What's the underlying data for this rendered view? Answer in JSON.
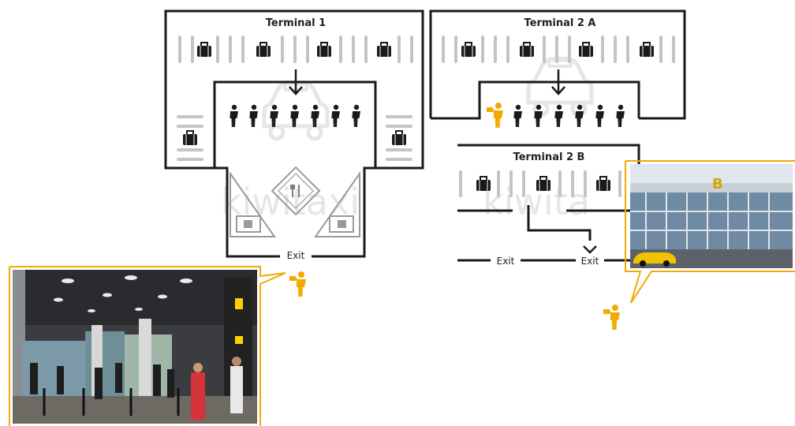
{
  "terminals": {
    "t1": "Terminal 1",
    "t2a": "Terminal 2 A",
    "t2b": "Terminal 2 B"
  },
  "exit_labels": {
    "t1_exit": "Exit",
    "t2b_exit_left": "Exit",
    "t2b_exit_right": "Exit"
  },
  "watermarks": {
    "left": "kiwitaxi",
    "right": "kiwita"
  },
  "photo_sign": "B",
  "colors": {
    "outline": "#1a1a1a",
    "callout": "#f2a900",
    "grey": "#bdbdbd",
    "watermark": "#e4e4e4"
  },
  "icons": {
    "luggage": "luggage-icon",
    "person": "person-icon",
    "driver": "driver-with-sign-icon",
    "restaurant": "restaurant-icon",
    "taxi": "taxi-watermark-icon",
    "arrow": "arrow-down-icon"
  }
}
